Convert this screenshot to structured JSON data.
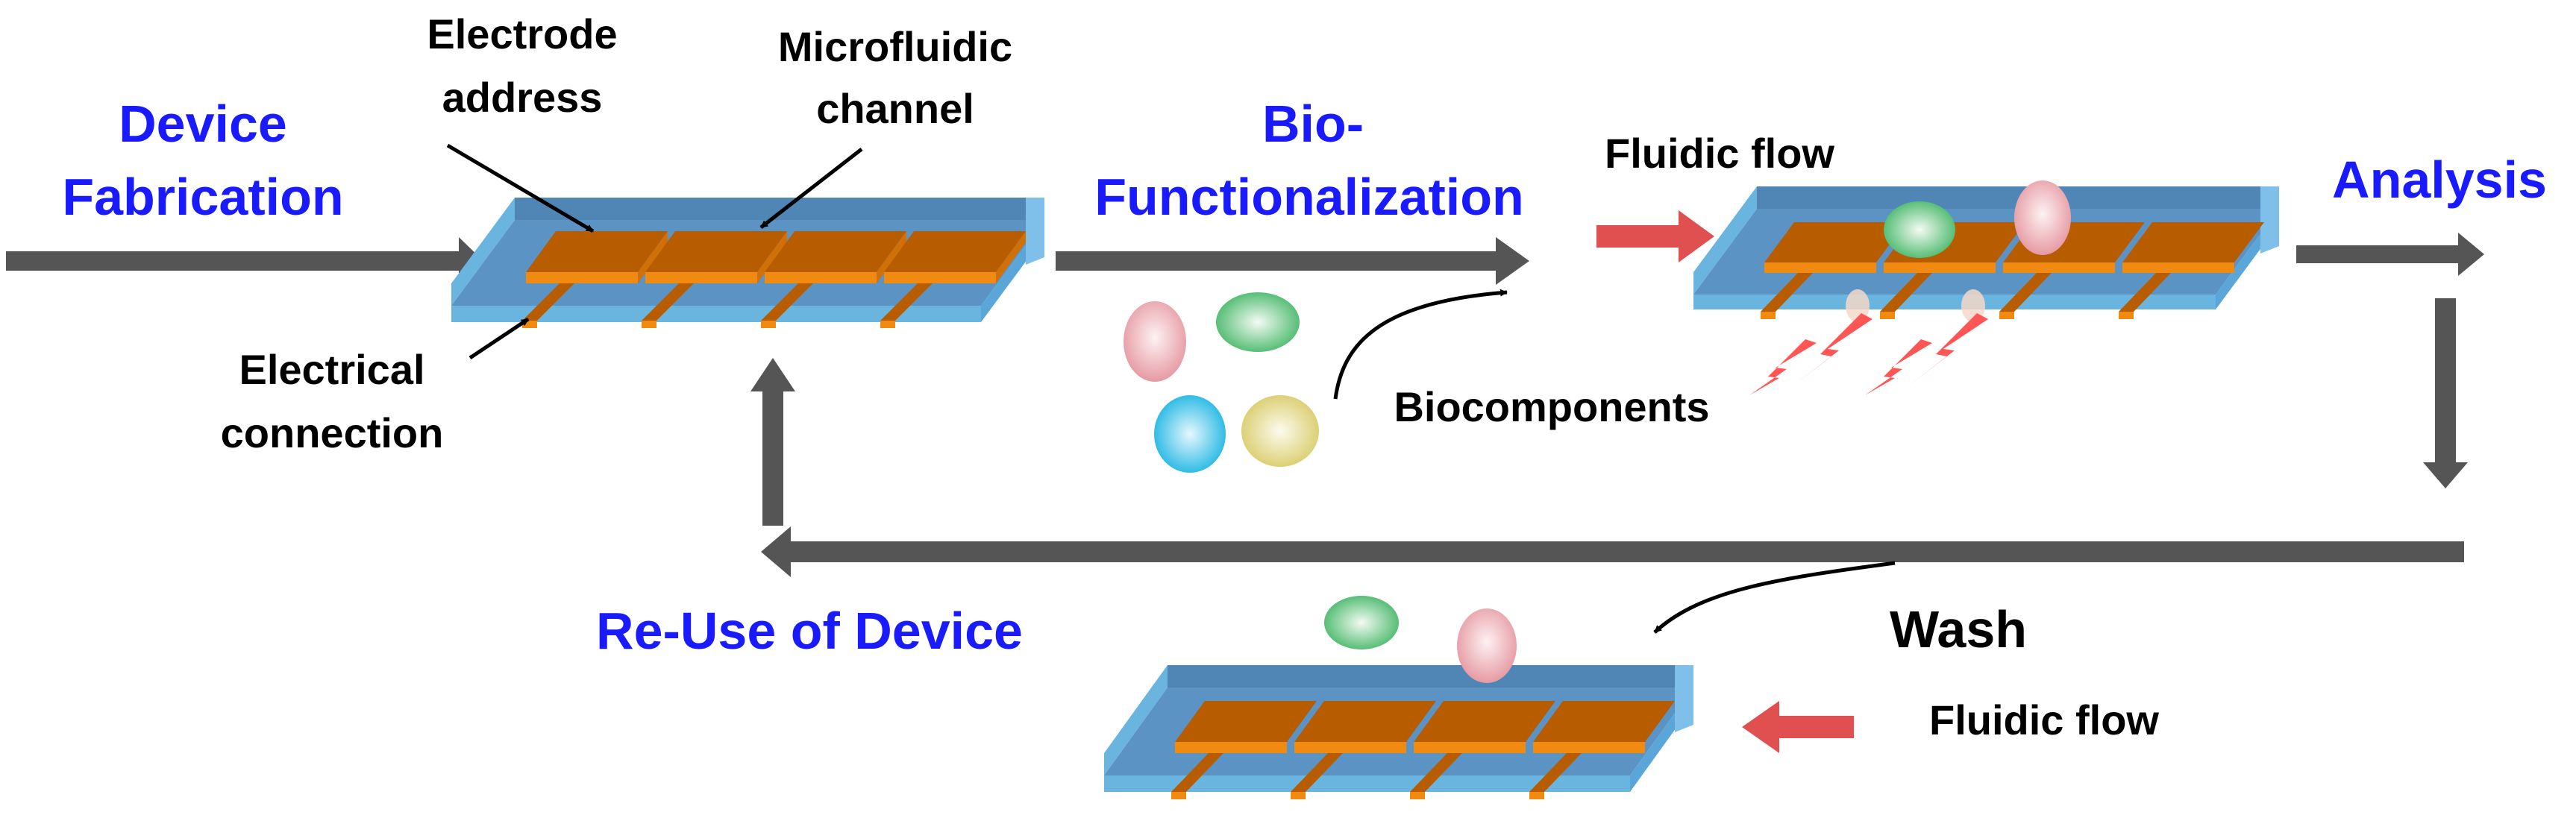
{
  "stages": {
    "fabrication": [
      "Device",
      "Fabrication"
    ],
    "biofunctionalization": [
      "Bio-",
      "Functionalization"
    ],
    "analysis": "Analysis",
    "reuse": "Re-Use of Device",
    "wash": "Wash"
  },
  "annotations": {
    "electrode_address": [
      "Electrode",
      "address"
    ],
    "microfluidic_channel": [
      "Microfluidic",
      "channel"
    ],
    "electrical_connection": [
      "Electrical",
      "connection"
    ],
    "biocomponents": "Biocomponents",
    "fluidic_flow_top": "Fluidic flow",
    "fluidic_flow_bottom": "Fluidic flow"
  },
  "colors": {
    "stage_label": "#1a1aff",
    "annotation_label": "#000000",
    "process_arrow": "#555555",
    "flow_arrow": "#e05050",
    "chip_top": "#4f86b5",
    "chip_side": "#6ab4e0",
    "electrode": "#b85c00",
    "electrode_front": "#f08a10",
    "spark": "#ff5555",
    "bio_pink": "#e8a0a8",
    "bio_green": "#7ccf8f",
    "bio_cyan": "#39c3e8",
    "bio_yellow": "#e6da8c"
  }
}
